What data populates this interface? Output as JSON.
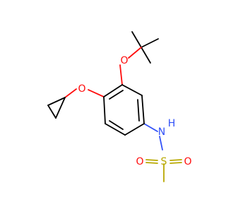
{
  "molecule": {
    "atoms": {
      "oxygen_ether_top": {
        "symbol": "O",
        "color": "#ff0d0d"
      },
      "oxygen_ether_left": {
        "symbol": "O",
        "color": "#ff0d0d"
      },
      "nitrogen_amide": {
        "symbol": "N",
        "color": "#3050f8"
      },
      "hydrogen_amide": {
        "symbol": "H",
        "color": "#3050f8"
      },
      "sulfur": {
        "symbol": "S",
        "color": "#b8a800"
      },
      "oxygen_sulfonyl_left": {
        "symbol": "O",
        "color": "#ff0d0d"
      },
      "oxygen_sulfonyl_right": {
        "symbol": "O",
        "color": "#ff0d0d"
      }
    }
  }
}
